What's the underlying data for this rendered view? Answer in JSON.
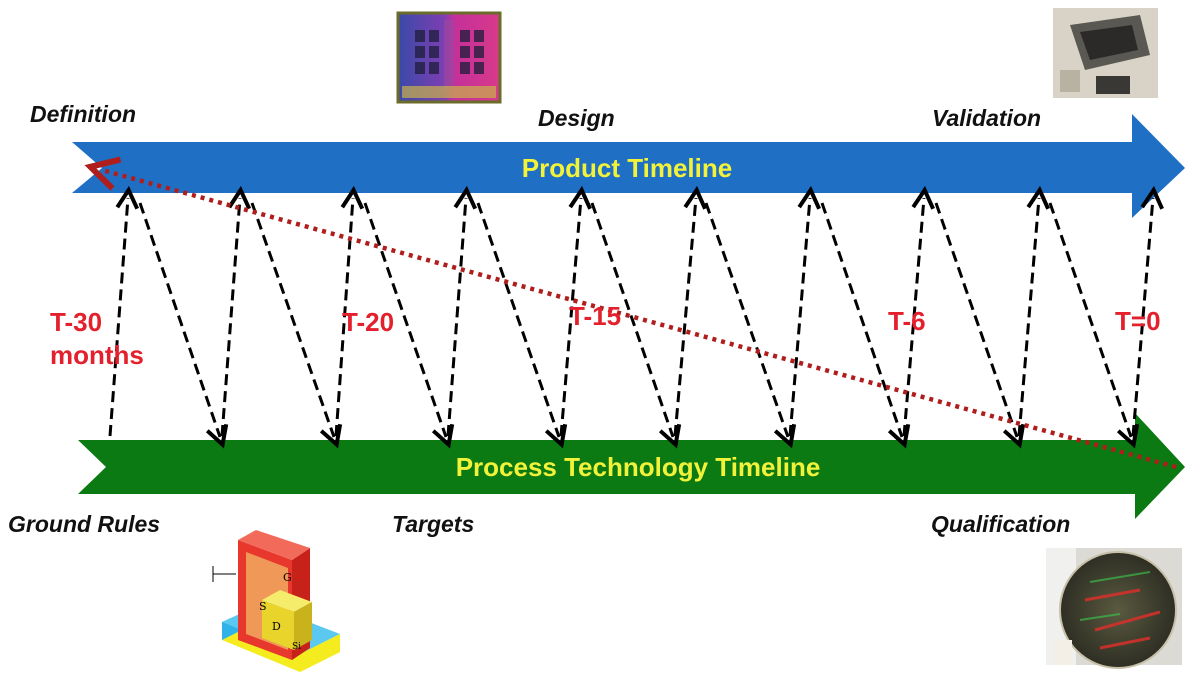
{
  "product_timeline": {
    "title": "Product Timeline",
    "color": "#1f6fc4",
    "stages": [
      "Definition",
      "Design",
      "Validation"
    ]
  },
  "process_timeline": {
    "title": "Process Technology Timeline",
    "color": "#0b7a12",
    "stages": [
      "Ground Rules",
      "Targets",
      "Qualification"
    ]
  },
  "time_markers": {
    "t30": "T-30",
    "t30_unit": "months",
    "t20": "T-20",
    "t15": "T-15",
    "t6": "T-6",
    "t0": "T=0"
  },
  "transistor_labels": {
    "gate": "G",
    "source": "S",
    "drain": "D",
    "tsi": "Si"
  },
  "colors": {
    "text_label": "#111111",
    "arrow_title": "#f2f23a",
    "time_marker": "#e3202c",
    "diagonal": "#b01d1d"
  }
}
